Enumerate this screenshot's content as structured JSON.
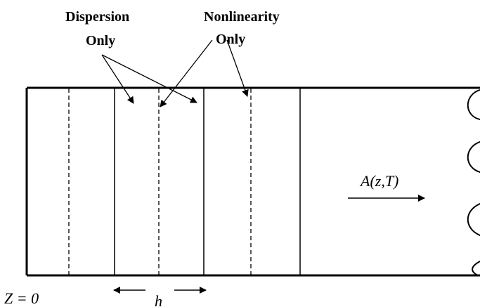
{
  "labels": {
    "dispersion_line1": "Dispersion",
    "dispersion_line2": "Only",
    "nonlinearity_line1": "Nonlinearity",
    "nonlinearity_line2": "Only",
    "field": "A(z,T)",
    "z_start": "Z = 0",
    "step": "h"
  }
}
